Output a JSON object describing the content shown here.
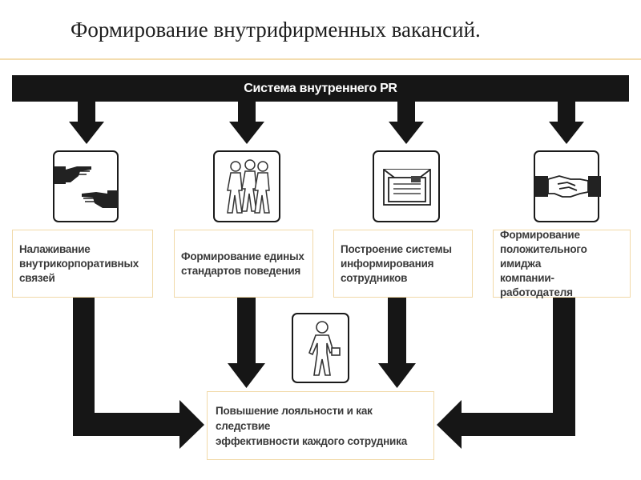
{
  "title": "Формирование внутрифирменных вакансий.",
  "banner": "Система внутреннего PR",
  "icons": [
    "pointing-hands-icon",
    "walking-people-group-icon",
    "envelope-document-icon",
    "handshake-icon",
    "walking-person-briefcase-icon"
  ],
  "cards": [
    {
      "lines": [
        "Налаживание",
        "внутрикорпоративных",
        "связей"
      ]
    },
    {
      "lines": [
        "Формирование единых",
        "стандартов поведения"
      ]
    },
    {
      "lines": [
        "Построение системы",
        "информирования",
        "сотрудников"
      ]
    },
    {
      "lines": [
        "Формирование",
        "положительного имиджа",
        "компании-работодателя"
      ]
    }
  ],
  "result": {
    "lines": [
      "Повышение лояльности и как следствие",
      "эффективности каждого сотрудника"
    ]
  },
  "colors": {
    "dark": "#161616",
    "card_border": "#f1d9a8",
    "title_rule": "#f3ddb0"
  }
}
